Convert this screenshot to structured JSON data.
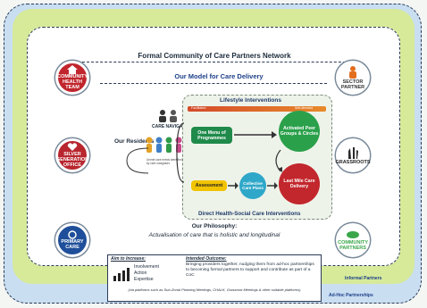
{
  "network_title": "Formal Community of Care Partners Network",
  "model_title": "Our Model for Care Delivery",
  "partners": {
    "community_health_team": "COMMUNITY HEALTH TEAM",
    "silver_generation_office": "SILVER GENERATION OFFICE",
    "primary_care": "PRIMARY CARE",
    "sector_partner": "SECTOR PARTNER",
    "grassroots": "GRASSROOTS",
    "community_partners": "COMMUNITY PARTNERS"
  },
  "care_navigators": "CARE NAVIGATORS",
  "residents": "Our Residents",
  "residents_note": "Unmet care needs identified by care navigators",
  "lifestyle": {
    "title": "Lifestyle Interventions",
    "tag_left": "Facilitated",
    "tag_right": "Self-directed",
    "one_menu": "One Menu of Programmes",
    "activated": "Activated Peer Groups & Circles"
  },
  "direct": {
    "title": "Direct Health-Social Care Interventions",
    "assessment": "Assessment",
    "collective": "Collective Care Plans",
    "last_mile": "Last Mile Care Delivery"
  },
  "philosophy": {
    "title": "Our Philosophy:",
    "text": "Actualisation of care that is holistic and longitudinal"
  },
  "aim": {
    "title": "Aim to Increase:",
    "items": [
      "Involvement",
      "Action",
      "Expertise"
    ]
  },
  "outcome": {
    "title": "Intended Outcome:",
    "text": "Bringing providers together, nudging them from ad-hoc partnerships to becoming formal partners to support and contribute as part of a CoC"
  },
  "footnote": "(via platforms such as Sub-Zonal Planning Meetings, CHALK, Grassroot Meetings & other suitable platforms)",
  "informal_label": "Informal Partners",
  "adhoc_label": "Ad-Hoc Partnerships",
  "colors": {
    "outer_ring": "#c9def1",
    "informal_ring": "#d6ea9a",
    "lifestyle": "#1f8a4a",
    "direct": "#2458a8",
    "last_mile": "#c2272d",
    "assessment": "#f2c300",
    "collective": "#2fa7c9"
  }
}
